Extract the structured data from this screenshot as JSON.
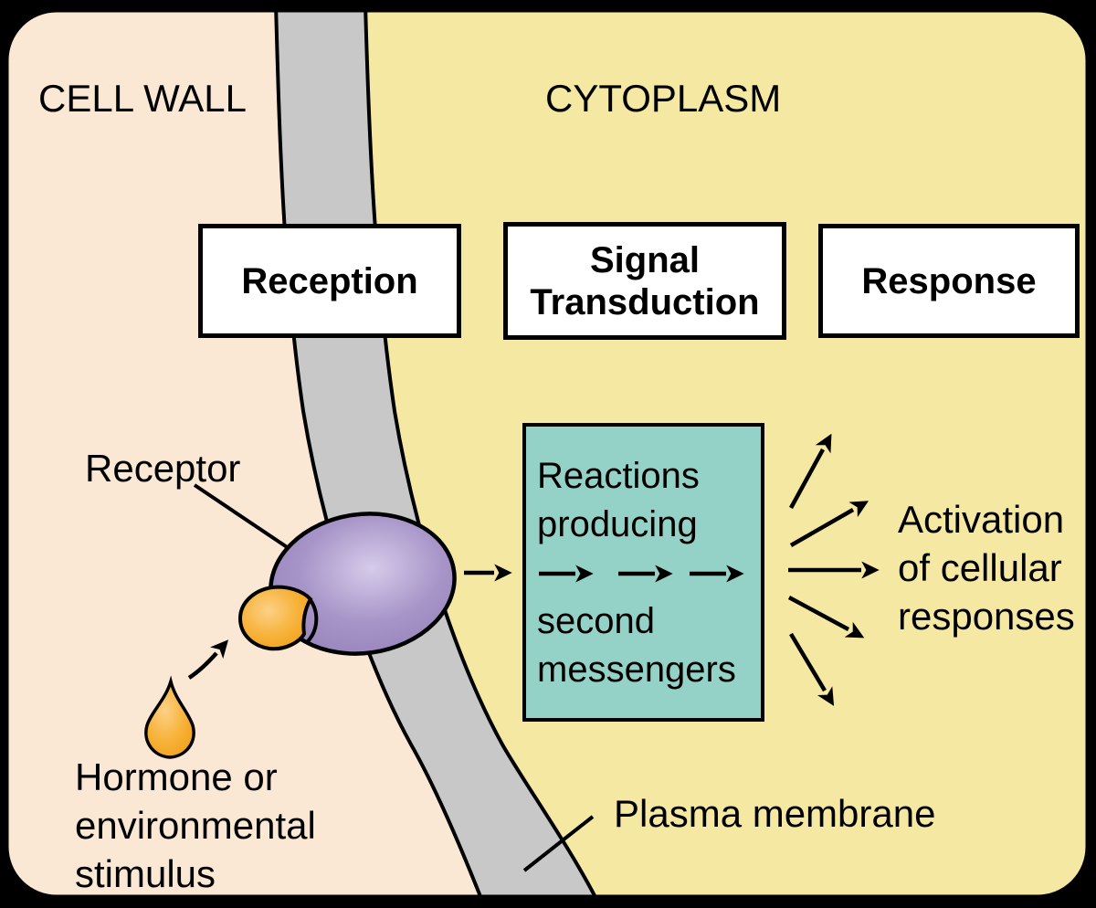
{
  "title": "Signal transduction pathway diagram",
  "regions": {
    "cell_wall": "CELL WALL",
    "cytoplasm": "CYTOPLASM"
  },
  "stages": {
    "reception": "Reception",
    "signal_transduction": "Signal Transduction",
    "response": "Response"
  },
  "second_messenger_box": {
    "top_text": "Reactions producing",
    "bottom_text": "second messengers"
  },
  "labels": {
    "receptor": "Receptor",
    "hormone": "Hormone or environmental stimulus",
    "plasma_membrane": "Plasma membrane",
    "activation": "Activation of cellular responses"
  },
  "colors": {
    "background": "#000000",
    "cell_wall_fill": "#fbe8d4",
    "cytoplasm_fill": "#f5e8a2",
    "membrane_fill": "#c8c8c8",
    "stage_box_fill": "#ffffff",
    "messenger_box_fill": "#94d1c7",
    "receptor_purple_dark": "#8d7ab4",
    "receptor_purple_mid": "#a795c8",
    "receptor_purple_light": "#d6cbea",
    "ligand_orange_dark": "#f09d0e",
    "ligand_orange_mid": "#f7b33c",
    "ligand_orange_light": "#fdd186",
    "outline": "#000000"
  }
}
